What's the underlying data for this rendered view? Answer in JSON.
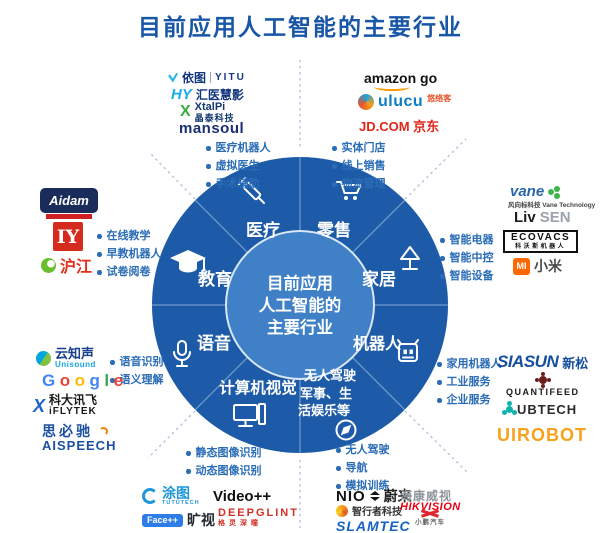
{
  "title": "目前应用人工智能的主要行业",
  "colors": {
    "wheel": "#1d5ba8",
    "wheel_center": "#3f80c6",
    "title_blue": "#1856a7",
    "bullet_blue": "#2a6cb6"
  },
  "wheel": {
    "center_lines": [
      "目前应用",
      "人工智能的",
      "主要行业"
    ],
    "sectors": {
      "medical": "医疗",
      "retail": "零售",
      "home": "家居",
      "robot": "机器人",
      "driving_lines": [
        "无人驾驶",
        "军事、生",
        "活娱乐等"
      ],
      "vision": "计算机视觉",
      "voice": "语音",
      "education": "教育"
    }
  },
  "bullets": {
    "medical": [
      "医疗机器人",
      "虚拟医生",
      "手术辅助"
    ],
    "retail": [
      "实体门店",
      "线上销售",
      "物流管理"
    ],
    "education": [
      "在线教学",
      "早教机器人",
      "试卷阅卷"
    ],
    "home": [
      "智能电器",
      "智能中控",
      "智能设备"
    ],
    "voice": [
      "语音识别",
      "语义理解"
    ],
    "robot": [
      "家用机器人",
      "工业服务",
      "企业服务"
    ],
    "vision": [
      "静态图像识别",
      "动态图像识别"
    ],
    "driving": [
      "无人驾驶",
      "导航",
      "模拟训练"
    ]
  },
  "logos": {
    "medical": {
      "yitu_cn": "依图",
      "yitu_en": "YITU",
      "hy": "HY",
      "hy_cn": "汇医慧影",
      "xtalpi_x": "X",
      "xtalpi_en": "XtalPi",
      "xtalpi_cn": "晶泰科技",
      "mansoul": "mansoul"
    },
    "retail": {
      "amazon": "amazon go",
      "ulucu": "ulucu",
      "ulucu_cn": "悠络客",
      "jd": "JD.COM 京东"
    },
    "education": {
      "aidam": "Aidam",
      "iy": "IY",
      "hujiang": "沪江"
    },
    "home": {
      "vane": "vane",
      "vane_sub": "风向标科技 Vane Technology",
      "livsen_a": "Liv",
      "livsen_b": "SEN",
      "ecovacs": "ECOVACS",
      "ecovacs_cn": "科沃斯机器人",
      "mi": "MI",
      "xiaomi": "小米"
    },
    "voice": {
      "unisound_cn": "云知声",
      "unisound_en": "Unisound",
      "google": "Google",
      "google_colors": [
        "#4285F4",
        "#EA4335",
        "#FBBC05",
        "#4285F4",
        "#34A853",
        "#EA4335"
      ],
      "iflytek_x": "X",
      "iflytek_cn": "科大讯飞",
      "iflytek_en": "iFLYTEK",
      "aispeech_cn": "思必驰",
      "aispeech_en": "AISPEECH"
    },
    "robot": {
      "siasun": "SIASUN",
      "siasun_cn": "新松",
      "quantifeed": "QUANTIFEED",
      "ubtech": "UBTECH",
      "uirobot": "UIROBOT"
    },
    "vision": {
      "tutu_cn": "涂图",
      "tutu_en": "TUTUTECH",
      "video": "Video++",
      "facepp": "Face++",
      "megvii": "旷视",
      "deepglint": "DEEPGLINT",
      "deepglint_cn": "格灵深瞳"
    },
    "driving": {
      "nio": "NIO",
      "nio_cn": "蔚来",
      "hik_cn": "海康威视",
      "hikvision": "HIKVISION",
      "zhixingzhe": "智行者科技",
      "slamtec": "SLAMTEC",
      "xpeng": "小鹏汽车"
    }
  }
}
